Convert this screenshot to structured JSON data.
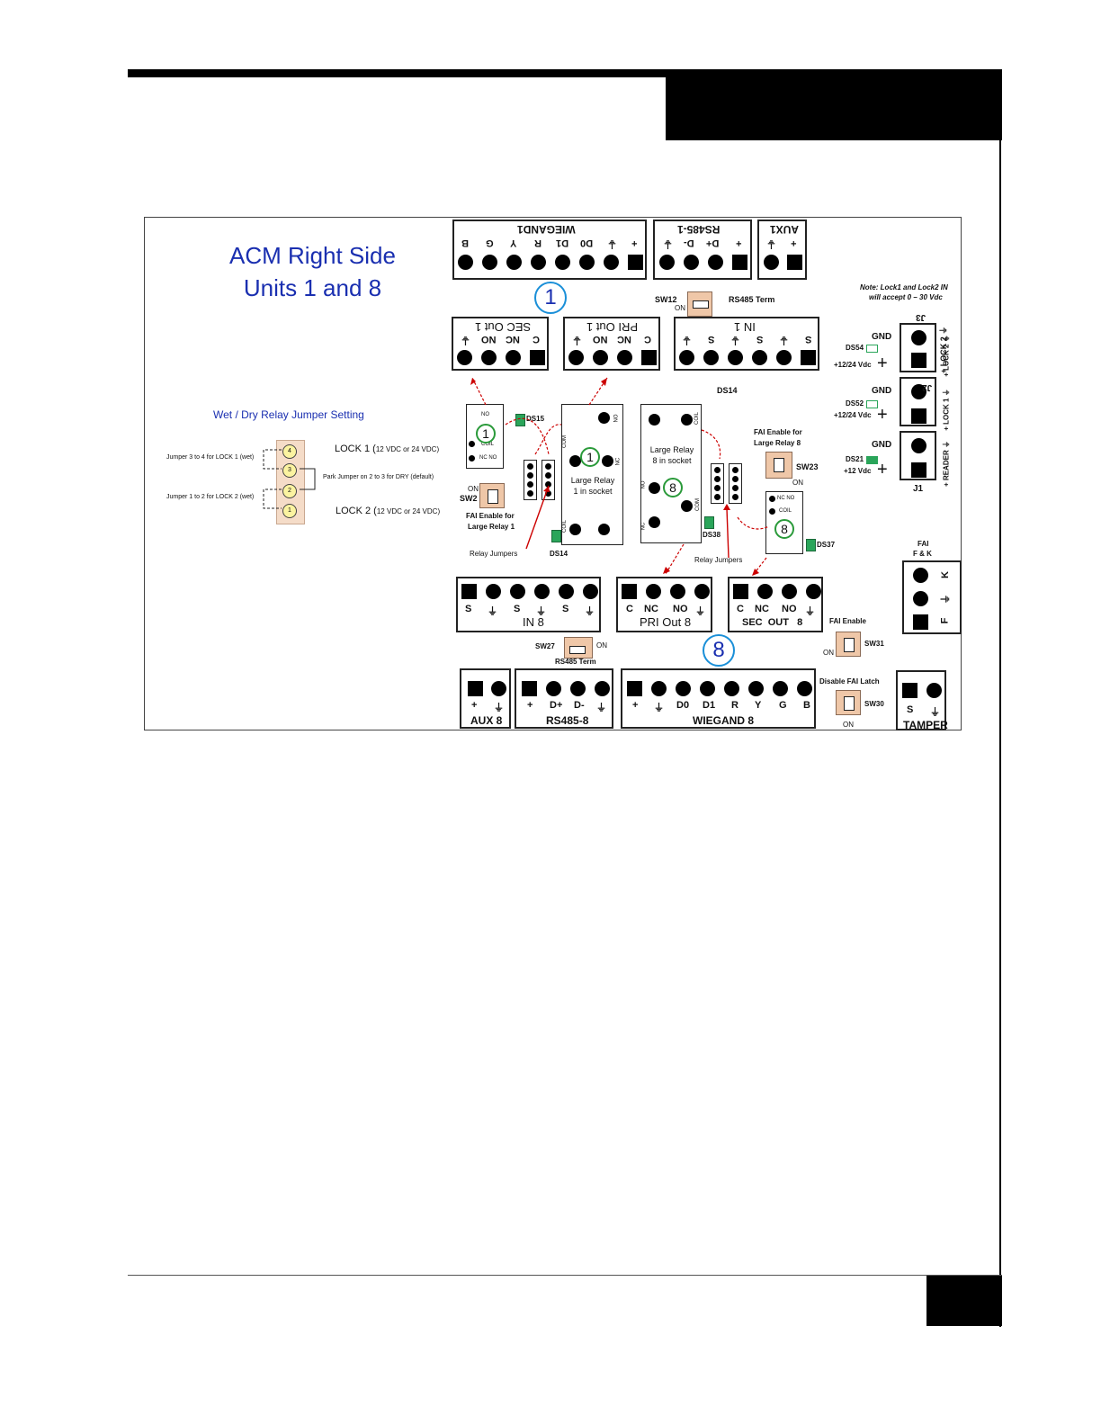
{
  "diagram": {
    "title_line1": "ACM Right Side",
    "title_line2": "Units 1 and 8",
    "unit_circle_1": "1",
    "unit_circle_8": "8",
    "jumper_title": "Wet / Dry Relay Jumper Setting",
    "jumper_3to4": "Jumper 3 to 4 for LOCK 1 (wet)",
    "jumper_1to2": "Jumper 1 to 2 for LOCK 2 (wet)",
    "park_jumper": "Park Jumper on 2 to 3 for DRY (default)",
    "lock1_label": "LOCK 1 (",
    "lock1_volts": "12 VDC or 24 VDC)",
    "lock2_label": "LOCK 2 (",
    "lock2_volts": "12 VDC or 24 VDC)",
    "jumper_pins": [
      "4",
      "3",
      "2",
      "1"
    ],
    "note_line1": "Note: Lock1 and Lock2 IN",
    "note_line2": "will accept 0 – 30 Vdc",
    "top_connectors": {
      "wiegand1": {
        "name": "WIEGAND1",
        "pins": [
          "B",
          "G",
          "Y",
          "R",
          "D1",
          "D0",
          "⏚",
          "+"
        ]
      },
      "rs485_1": {
        "name": "RS485-1",
        "pins": [
          "⏚",
          "D-",
          "D+",
          "+"
        ]
      },
      "aux1": {
        "name": "AUX1",
        "pins": [
          "⏚",
          "+"
        ]
      },
      "sec_out1": {
        "name": "SEC Out 1",
        "pins": [
          "⏚",
          "NO",
          "NC",
          "C"
        ]
      },
      "pri_out1": {
        "name": "PRI Out 1",
        "pins": [
          "⏚",
          "NO",
          "NC",
          "C"
        ]
      },
      "in1": {
        "name": "IN 1",
        "pins": [
          "⏚",
          "S",
          "⏚",
          "S",
          "⏚",
          "S"
        ]
      }
    },
    "sw12": "SW12",
    "rs485_term": "RS485 Term",
    "on": "ON",
    "ds14_top": "DS14",
    "right_connectors": {
      "j3": {
        "name": "J3",
        "gnd": "GND",
        "led": "DS54",
        "volt": "+12/24 Vdc",
        "side": "+ LOCK 2 ⏚"
      },
      "j2": {
        "name": "J2",
        "gnd": "GND",
        "led": "DS52",
        "volt": "+12/24 Vdc",
        "side": "+ LOCK 1 ⏚"
      },
      "j1": {
        "name": "J1",
        "gnd": "GND",
        "led": "DS21",
        "volt": "+12 Vdc",
        "side": "+ READER ⏚"
      }
    },
    "relay1": {
      "line1": "Large Relay",
      "line2": "1 in socket",
      "com": "COM",
      "no": "NO",
      "nc": "NC",
      "coil": "COIL"
    },
    "relay8": {
      "line1": "Large Relay",
      "line2": "8 in socket",
      "coil": "COIL",
      "no": "NO",
      "nc": "NC",
      "com": "COM"
    },
    "ds15": "DS15",
    "sw2": "SW2",
    "fai_enable_lr1_line1": "FAI Enable for",
    "fai_enable_lr1_line2": "Large Relay 1",
    "relay_jumpers_left": "Relay Jumpers",
    "ds14_bottom": "DS14",
    "fai_enable_lr8_line1": "FAI Enable for",
    "fai_enable_lr8_line2": "Large Relay 8",
    "sw23": "SW23",
    "ds38": "DS38",
    "ds37": "DS37",
    "relay_jumpers_right": "Relay Jumpers",
    "small_relay_labels": [
      "NO",
      "COIL",
      "NC NO"
    ],
    "fai_fk_line1": "FAI",
    "fai_fk_line2": "F & K",
    "fai_fk_pins": [
      "K",
      "⏚",
      "F"
    ],
    "bottom_connectors": {
      "in8": {
        "name": "IN 8",
        "pins": [
          "S",
          "⏚",
          "S",
          "⏚",
          "S",
          "⏚"
        ]
      },
      "pri_out8": {
        "name": "PRI Out 8",
        "pins": [
          "C",
          "NC",
          "NO",
          "⏚"
        ]
      },
      "sec_out8": {
        "name": "SEC  OUT   8",
        "pins": [
          "C",
          "NC",
          "NO",
          "⏚"
        ]
      },
      "aux8": {
        "name": "AUX 8",
        "pins": [
          "+",
          "⏚"
        ]
      },
      "rs485_8": {
        "name": "RS485-8",
        "pins": [
          "+",
          "D+",
          "D-",
          "⏚"
        ]
      },
      "wiegand8": {
        "name": "WIEGAND 8",
        "pins": [
          "+",
          "⏚",
          "D0",
          "D1",
          "R",
          "Y",
          "G",
          "B"
        ]
      },
      "tamper": {
        "name": "TAMPER",
        "pins": [
          "S",
          "⏚"
        ]
      }
    },
    "sw27": "SW27",
    "rs485_term_8": "RS485 Term",
    "fai_enable": "FAI Enable",
    "sw31": "SW31",
    "disable_fai_latch": "Disable FAI Latch",
    "sw30": "SW30"
  }
}
